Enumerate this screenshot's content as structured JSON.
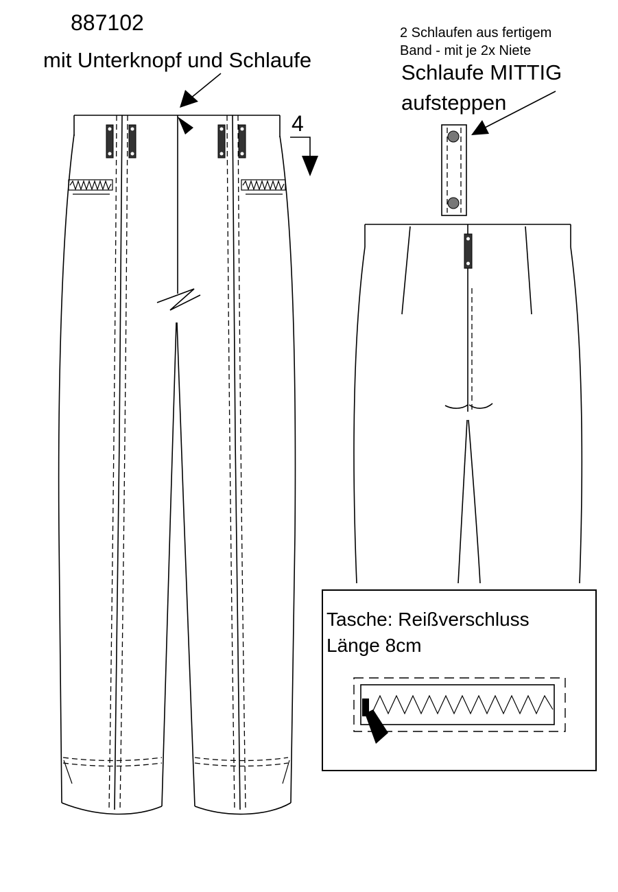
{
  "header": {
    "article_number": "887102",
    "front_note": "mit Unterknopf und Schlaufe"
  },
  "loop_note": {
    "line1": "2 Schlaufen aus fertigem",
    "line2": "Band - mit je 2x Niete",
    "line3": "Schlaufe MITTIG",
    "line4": "aufsteppen"
  },
  "marker": {
    "number": "4"
  },
  "pocket_detail": {
    "title_line1": "Tasche: Reißverschluss",
    "title_line2": "Länge 8cm"
  },
  "colors": {
    "line": "#000000",
    "rivet": "#777777",
    "background": "#ffffff"
  }
}
